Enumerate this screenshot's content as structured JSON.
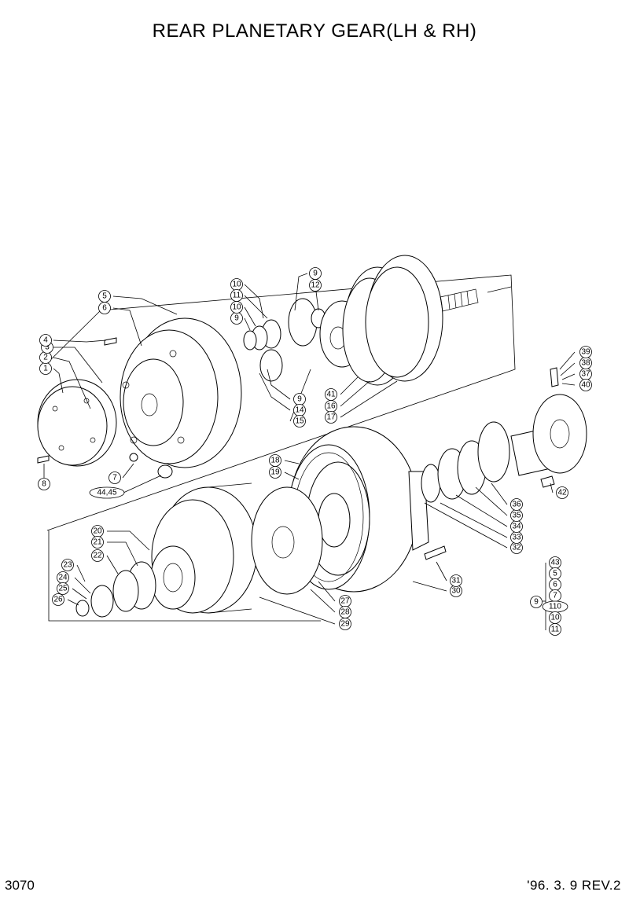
{
  "title": "REAR PLANETARY GEAR(LH & RH)",
  "page_number": "3070",
  "revision": "'96. 3. 9  REV.2",
  "callouts": [
    "1",
    "2",
    "3",
    "4",
    "5",
    "6",
    "7",
    "8",
    "44,45",
    "9",
    "10",
    "11",
    "10",
    "9",
    "12",
    "9",
    "14",
    "15",
    "41",
    "16",
    "17",
    "18",
    "19",
    "20",
    "21",
    "22",
    "23",
    "24",
    "25",
    "26",
    "27",
    "28",
    "29",
    "30",
    "31",
    "32",
    "33",
    "34",
    "35",
    "36",
    "37",
    "38",
    "39",
    "40",
    "42",
    "43",
    "5",
    "6",
    "7",
    "9",
    "110",
    "10",
    "11",
    "12"
  ]
}
